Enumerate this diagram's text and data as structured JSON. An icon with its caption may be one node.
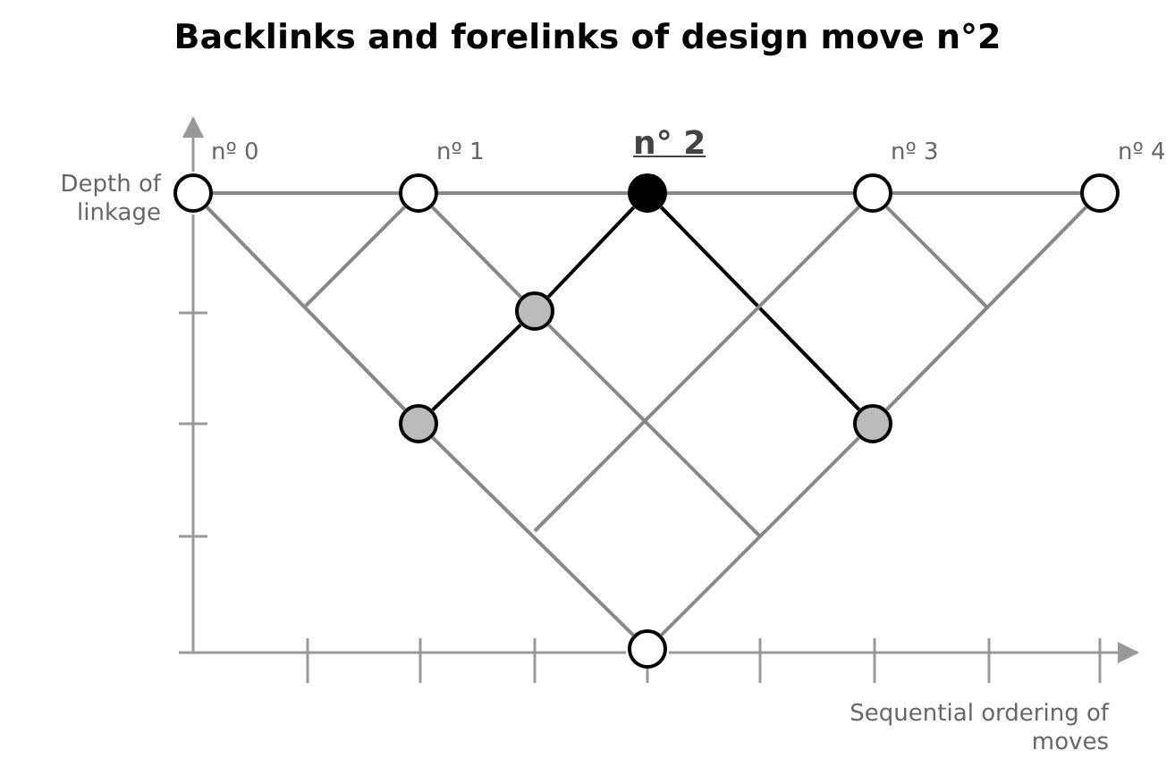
{
  "diagram": {
    "title": "Backlinks and forelinks of design move n°2",
    "nodes": [
      {
        "text": [
          "nº 0"
        ]
      },
      {
        "text": [
          "nº 1"
        ]
      },
      {
        "text": [
          "n° 2"
        ]
      },
      {
        "text": [
          "nº 3"
        ]
      },
      {
        "text": [
          "nº 4"
        ]
      },
      {
        "text": [],
        "shape": "circle"
      },
      {
        "text": [],
        "shape": "circle"
      },
      {
        "text": [],
        "shape": "circle"
      },
      {
        "text": [],
        "shape": "circle"
      }
    ],
    "edges": [
      {
        "from": 0,
        "to": 1,
        "arrow": "none"
      },
      {
        "from": 1,
        "to": 2,
        "arrow": "none"
      },
      {
        "from": 2,
        "to": 3,
        "arrow": "none"
      },
      {
        "from": 3,
        "to": 4,
        "arrow": "none"
      },
      {
        "from": 0,
        "to": 6,
        "arrow": "none"
      },
      {
        "from": 6,
        "to": 8,
        "arrow": "none"
      },
      {
        "from": 4,
        "to": 7,
        "arrow": "none"
      },
      {
        "from": 7,
        "to": 8,
        "arrow": "none"
      },
      {
        "from": 1,
        "to": 5,
        "arrow": "none"
      },
      {
        "from": 2,
        "to": 5,
        "arrow": "none",
        "color": "#000000"
      },
      {
        "from": 5,
        "to": 6,
        "arrow": "none",
        "color": "#000000"
      },
      {
        "from": 2,
        "to": 7,
        "arrow": "none",
        "color": "#000000"
      },
      {
        "from": 1,
        "to": null,
        "arrow": "none"
      },
      {
        "from": 5,
        "to": null,
        "arrow": "none"
      },
      {
        "from": 3,
        "to": null,
        "arrow": "none"
      },
      {
        "from": 3,
        "to": null,
        "arrow": "none"
      }
    ],
    "labels": [
      "Depth of linkage",
      "Sequential ordering of moves"
    ]
  }
}
